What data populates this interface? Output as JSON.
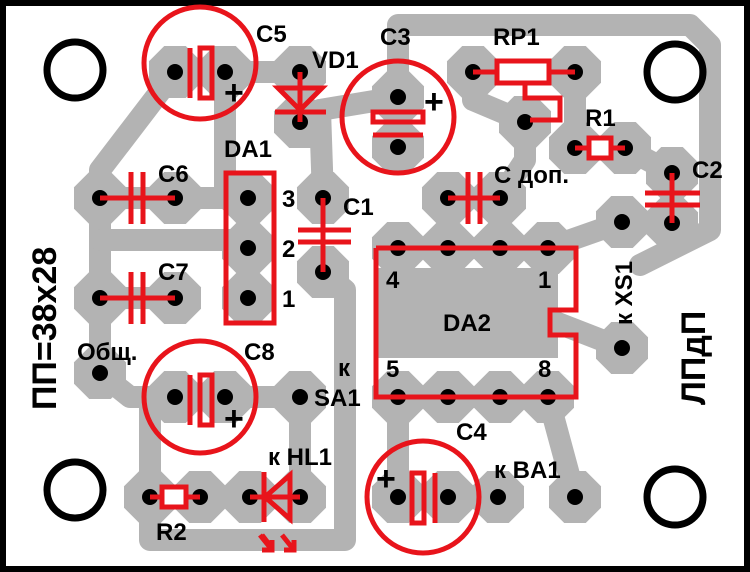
{
  "board": {
    "size_label": "ПП=38х28",
    "side_label": "ЛПдП"
  },
  "components": {
    "C5": "C5",
    "VD1": "VD1",
    "C3": "C3",
    "RP1": "RP1",
    "R1": "R1",
    "C2": "C2",
    "C6": "C6",
    "DA1": "DA1",
    "C1": "C1",
    "C_dop": "С доп.",
    "C7": "C7",
    "C8": "C8",
    "R2": "R2",
    "C4": "C4",
    "DA2": "DA2"
  },
  "pins": {
    "da1": [
      "3",
      "2",
      "1"
    ],
    "da2": {
      "p4": "4",
      "p1": "1",
      "p5": "5",
      "p8": "8"
    }
  },
  "connections": {
    "common": "Общ.",
    "k": "к",
    "SA1": "SA1",
    "HL1": "к HL1",
    "BA1": "к BA1",
    "XS1": "к XS1"
  },
  "polarity": "+",
  "colors": {
    "copper": "#b3b3b3",
    "silkscreen": "#e8141b",
    "outline": "#000000"
  }
}
